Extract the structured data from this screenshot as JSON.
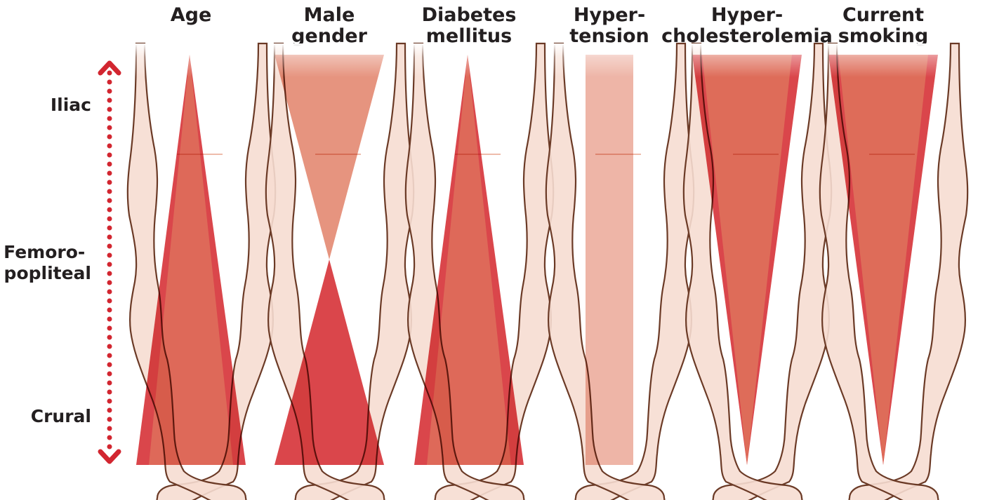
{
  "colors": {
    "red": "#d4262c",
    "risk_fill": "#e0795f",
    "skin": "#f6ddd2",
    "outline": "#6b3a26",
    "axis": "#d22630",
    "text": "#231f20"
  },
  "axis": {
    "levels": [
      {
        "lines": [
          "Iliac"
        ]
      },
      {
        "lines": [
          "Femoro-",
          "popliteal"
        ]
      },
      {
        "lines": [
          "Crural"
        ]
      }
    ]
  },
  "factors": [
    {
      "title": [
        "Age"
      ],
      "distribution": "distal"
    },
    {
      "title": [
        "Male",
        "gender"
      ],
      "distribution": "proximal-and-distal"
    },
    {
      "title": [
        "Diabetes",
        "mellitus"
      ],
      "distribution": "distal"
    },
    {
      "title": [
        "Hyper-",
        "tension"
      ],
      "distribution": "uniform"
    },
    {
      "title": [
        "Hyper-",
        "cholesterolemia"
      ],
      "distribution": "proximal"
    },
    {
      "title": [
        "Current",
        "smoking"
      ],
      "distribution": "proximal"
    }
  ]
}
